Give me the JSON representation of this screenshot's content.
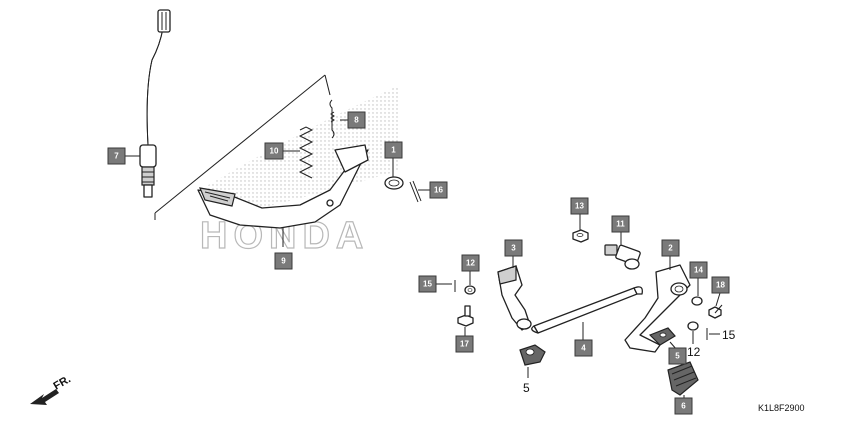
{
  "watermark": "HONDA",
  "diagram_code": "K1L8F2900",
  "direction_label": "FR.",
  "part_tags": {
    "p1": "1",
    "p2": "2",
    "p3": "3",
    "p4": "4",
    "p5": "5",
    "p6": "6",
    "p7": "7",
    "p8": "8",
    "p9": "9",
    "p10": "10",
    "p11": "11",
    "p12": "12",
    "p13": "13",
    "p14": "14",
    "p15": "15",
    "p16": "16",
    "p17": "17",
    "p18": "18"
  },
  "plain_labels": {
    "l5": "5",
    "l12": "12",
    "l15": "15"
  }
}
